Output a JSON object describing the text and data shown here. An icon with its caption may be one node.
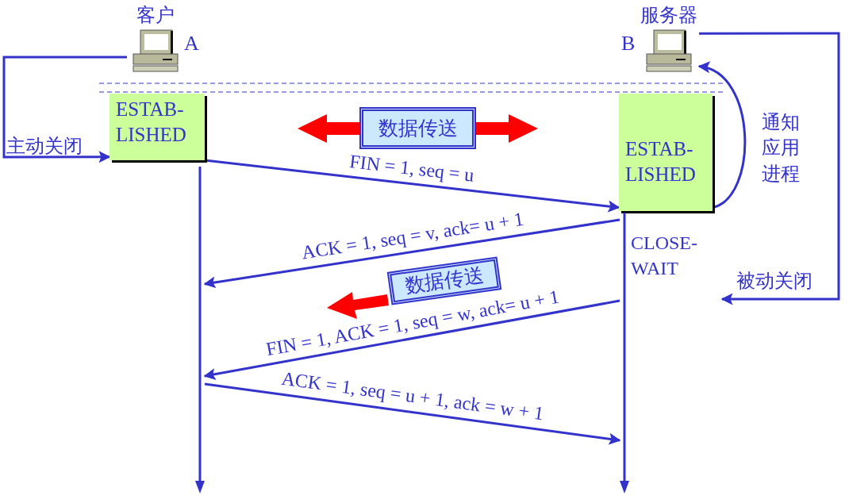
{
  "diagram": {
    "nodes": [
      {
        "text": [
          "客户"
        ],
        "beside": [
          "A"
        ]
      },
      {
        "text": [
          "服务器"
        ],
        "beside": [
          "B"
        ]
      },
      {
        "text": [
          "ESTAB- LISHED"
        ]
      },
      {
        "text": [
          "ESTAB- LISHED"
        ]
      },
      {
        "text": [
          "数据传送"
        ]
      },
      {
        "text": [
          "数据传送"
        ]
      },
      {
        "text": [],
        "shape": "bar"
      },
      {
        "text": [],
        "shape": "bar"
      }
    ],
    "edges": [
      {
        "from": 0,
        "to": 2,
        "arrow": "to",
        "label": "主动关闭"
      },
      {
        "from": 3,
        "to": 1,
        "arrow": "to",
        "label": "通知应用进程"
      },
      {
        "from": 1,
        "to": null,
        "arrow": "to",
        "label": "被动关闭"
      },
      {
        "from": 2,
        "to": 3,
        "arrow": "to",
        "label": "FIN = 1, seq = u"
      },
      {
        "from": 7,
        "to": 6,
        "arrow": "to",
        "label": "ACK = 1, seq = v, ack= u + 1"
      },
      {
        "from": 7,
        "to": 6,
        "arrow": "to",
        "label": "FIN = 1, ACK = 1, seq = w, ack= u + 1"
      },
      {
        "from": 6,
        "to": 7,
        "arrow": "to",
        "label": "ACK = 1, seq = u + 1, ack = w + 1"
      }
    ],
    "labels": [
      "CLOSE- WAIT"
    ]
  }
}
